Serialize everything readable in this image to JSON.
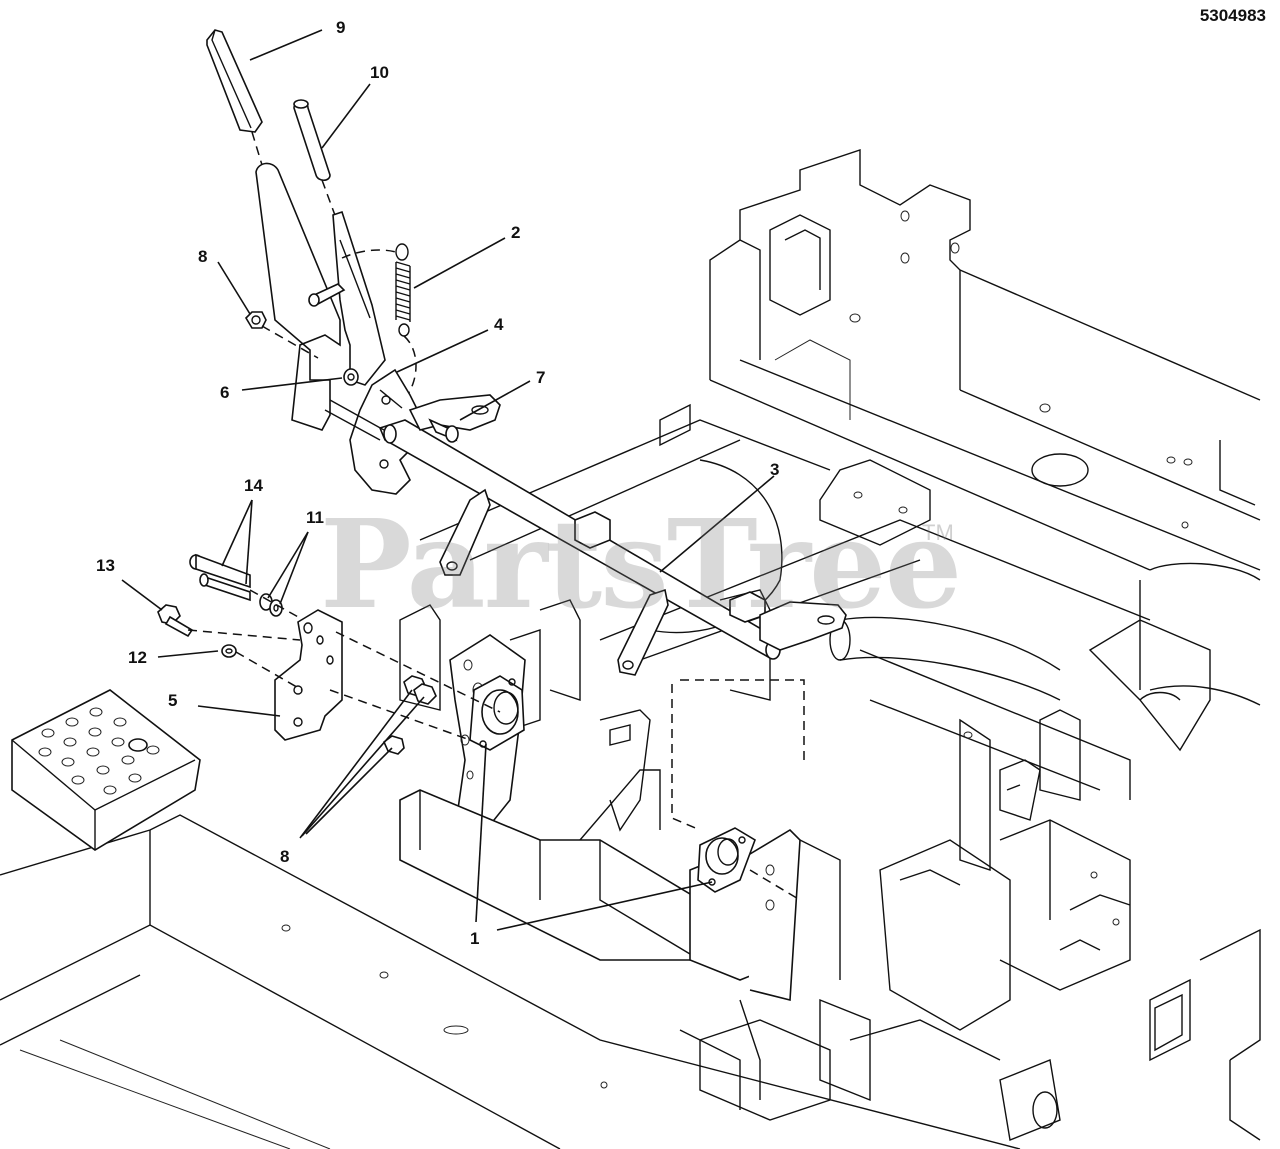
{
  "document": {
    "part_number": "5304983",
    "watermark": "PartsTree",
    "watermark_tm": "TM"
  },
  "callouts": [
    {
      "label": "9"
    },
    {
      "label": "10"
    },
    {
      "label": "2"
    },
    {
      "label": "8"
    },
    {
      "label": "4"
    },
    {
      "label": "6"
    },
    {
      "label": "7"
    },
    {
      "label": "3"
    },
    {
      "label": "14"
    },
    {
      "label": "11"
    },
    {
      "label": "13"
    },
    {
      "label": "12"
    },
    {
      "label": "5"
    },
    {
      "label": "8"
    },
    {
      "label": "1"
    }
  ]
}
